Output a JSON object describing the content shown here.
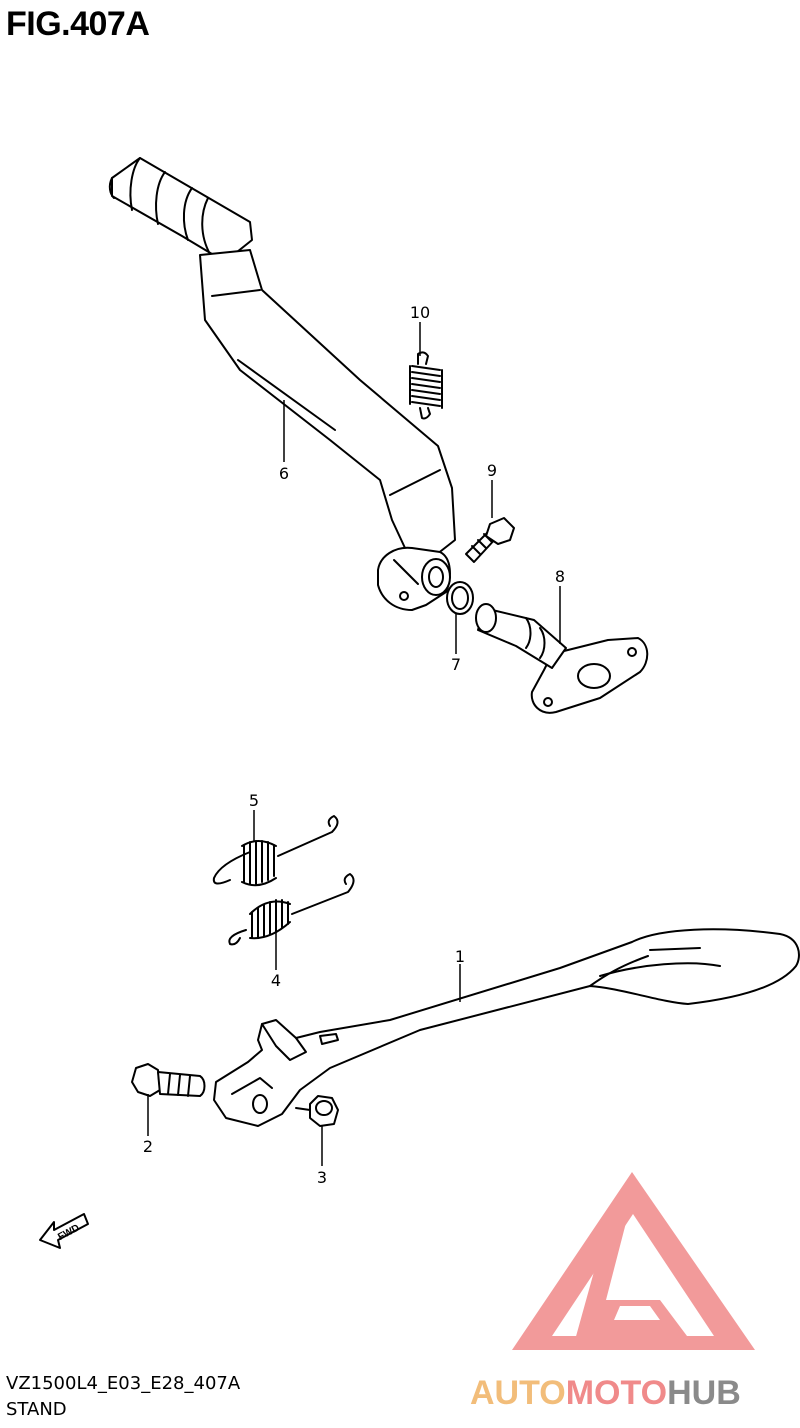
{
  "figure": {
    "title": "FIG.407A"
  },
  "footer": {
    "model_code": "VZ1500L4_E03_E28_407A",
    "section": "STAND"
  },
  "callouts": [
    {
      "number": "1",
      "part": "side-stand"
    },
    {
      "number": "2",
      "part": "stand-bolt"
    },
    {
      "number": "3",
      "part": "stand-nut"
    },
    {
      "number": "4",
      "part": "lower-spring"
    },
    {
      "number": "5",
      "part": "upper-spring"
    },
    {
      "number": "6",
      "part": "brake-pedal"
    },
    {
      "number": "7",
      "part": "washer"
    },
    {
      "number": "8",
      "part": "pedal-shaft"
    },
    {
      "number": "9",
      "part": "shaft-bolt"
    },
    {
      "number": "10",
      "part": "return-spring"
    }
  ],
  "fwd_arrow": {
    "label": "FWD"
  },
  "watermark": {
    "word_parts": [
      "AUTO",
      "MOTO",
      "HUB"
    ],
    "colors": {
      "auto": "#f2bd7a",
      "moto": "#f08a8a",
      "hub": "#8a8a8a",
      "triangle": "#f29a9a"
    }
  }
}
